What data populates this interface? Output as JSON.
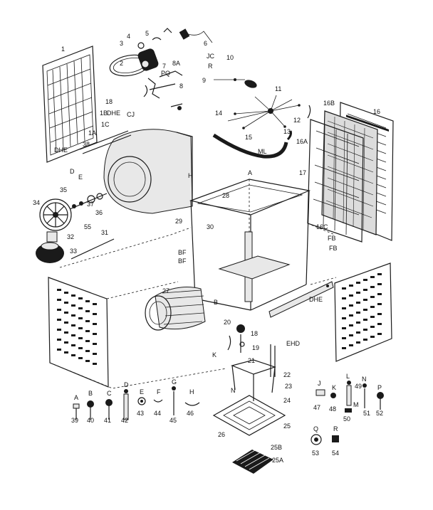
{
  "callouts": [
    {
      "id": "c1",
      "text": "1"
    },
    {
      "id": "c2",
      "text": "2"
    },
    {
      "id": "c3",
      "text": "3"
    },
    {
      "id": "c4",
      "text": "4"
    },
    {
      "id": "c5",
      "text": "5"
    },
    {
      "id": "c6",
      "text": "6"
    },
    {
      "id": "c7",
      "text": "7"
    },
    {
      "id": "c8",
      "text": "8"
    },
    {
      "id": "c8a",
      "text": "8A"
    },
    {
      "id": "c9",
      "text": "9"
    },
    {
      "id": "c10",
      "text": "10"
    },
    {
      "id": "c11",
      "text": "11"
    },
    {
      "id": "c12",
      "text": "12"
    },
    {
      "id": "c13",
      "text": "13"
    },
    {
      "id": "c14",
      "text": "14"
    },
    {
      "id": "c15",
      "text": "15"
    },
    {
      "id": "c16",
      "text": "16"
    },
    {
      "id": "c16a",
      "text": "16A"
    },
    {
      "id": "c16b",
      "text": "16B"
    },
    {
      "id": "c16c",
      "text": "16C"
    },
    {
      "id": "c17",
      "text": "17"
    },
    {
      "id": "c18",
      "text": "18"
    },
    {
      "id": "c18b",
      "text": "18"
    },
    {
      "id": "c19",
      "text": "19"
    },
    {
      "id": "c20",
      "text": "20"
    },
    {
      "id": "c21",
      "text": "21"
    },
    {
      "id": "c22",
      "text": "22"
    },
    {
      "id": "c23",
      "text": "23"
    },
    {
      "id": "c24",
      "text": "24"
    },
    {
      "id": "c25",
      "text": "25"
    },
    {
      "id": "c25a",
      "text": "25A"
    },
    {
      "id": "c25b",
      "text": "25B"
    },
    {
      "id": "c26",
      "text": "26"
    },
    {
      "id": "c27",
      "text": "27"
    },
    {
      "id": "c28",
      "text": "28"
    },
    {
      "id": "c29",
      "text": "29"
    },
    {
      "id": "c30",
      "text": "30"
    },
    {
      "id": "c31",
      "text": "31"
    },
    {
      "id": "c32",
      "text": "32"
    },
    {
      "id": "c33",
      "text": "33"
    },
    {
      "id": "c34",
      "text": "34"
    },
    {
      "id": "c35",
      "text": "35"
    },
    {
      "id": "c36",
      "text": "36"
    },
    {
      "id": "c37",
      "text": "37"
    },
    {
      "id": "c38",
      "text": "38"
    },
    {
      "id": "c39",
      "text": "39"
    },
    {
      "id": "c40",
      "text": "40"
    },
    {
      "id": "c41",
      "text": "41"
    },
    {
      "id": "c42",
      "text": "42"
    },
    {
      "id": "c43",
      "text": "43"
    },
    {
      "id": "c44",
      "text": "44"
    },
    {
      "id": "c45",
      "text": "45"
    },
    {
      "id": "c46",
      "text": "46"
    },
    {
      "id": "c47",
      "text": "47"
    },
    {
      "id": "c48",
      "text": "48"
    },
    {
      "id": "c49",
      "text": "49"
    },
    {
      "id": "c50",
      "text": "50"
    },
    {
      "id": "c51",
      "text": "51"
    },
    {
      "id": "c52",
      "text": "52"
    },
    {
      "id": "c53",
      "text": "53"
    },
    {
      "id": "c54",
      "text": "54"
    },
    {
      "id": "c55",
      "text": "55"
    },
    {
      "id": "c1a",
      "text": "1A"
    },
    {
      "id": "c1b",
      "text": "1B"
    },
    {
      "id": "c1c",
      "text": "1C"
    }
  ],
  "letter_codes": [
    {
      "id": "l_dhe1",
      "text": "DHE"
    },
    {
      "id": "l_dhe2",
      "text": "DHE"
    },
    {
      "id": "l_dhe3",
      "text": "DHE"
    },
    {
      "id": "l_ehd",
      "text": "EHD"
    },
    {
      "id": "l_pq",
      "text": "PQ"
    },
    {
      "id": "l_ml",
      "text": "ML"
    },
    {
      "id": "l_fb1",
      "text": "FB"
    },
    {
      "id": "l_fb2",
      "text": "FB"
    },
    {
      "id": "l_bf1",
      "text": "BF"
    },
    {
      "id": "l_bf2",
      "text": "BF"
    },
    {
      "id": "l_cj",
      "text": "CJ"
    },
    {
      "id": "l_jc",
      "text": "JC"
    },
    {
      "id": "l_r",
      "text": "R"
    },
    {
      "id": "l_a",
      "text": "A"
    },
    {
      "id": "l_h",
      "text": "H"
    },
    {
      "id": "l_n",
      "text": "N"
    },
    {
      "id": "l_k",
      "text": "K"
    },
    {
      "id": "l_b",
      "text": "B"
    },
    {
      "id": "l_e",
      "text": "E"
    },
    {
      "id": "l_d",
      "text": "D"
    }
  ],
  "hardware_letters": [
    {
      "id": "h39",
      "text": "A"
    },
    {
      "id": "h40",
      "text": "B"
    },
    {
      "id": "h41",
      "text": "C"
    },
    {
      "id": "h42",
      "text": "D"
    },
    {
      "id": "h43",
      "text": "E"
    },
    {
      "id": "h44",
      "text": "F"
    },
    {
      "id": "h45",
      "text": "G"
    },
    {
      "id": "h46",
      "text": "H"
    },
    {
      "id": "h47",
      "text": "J"
    },
    {
      "id": "h48",
      "text": "K"
    },
    {
      "id": "h49",
      "text": "L"
    },
    {
      "id": "h50",
      "text": "M"
    },
    {
      "id": "h51",
      "text": "N"
    },
    {
      "id": "h52",
      "text": "P"
    },
    {
      "id": "h53",
      "text": "Q"
    },
    {
      "id": "h54",
      "text": "R"
    }
  ]
}
